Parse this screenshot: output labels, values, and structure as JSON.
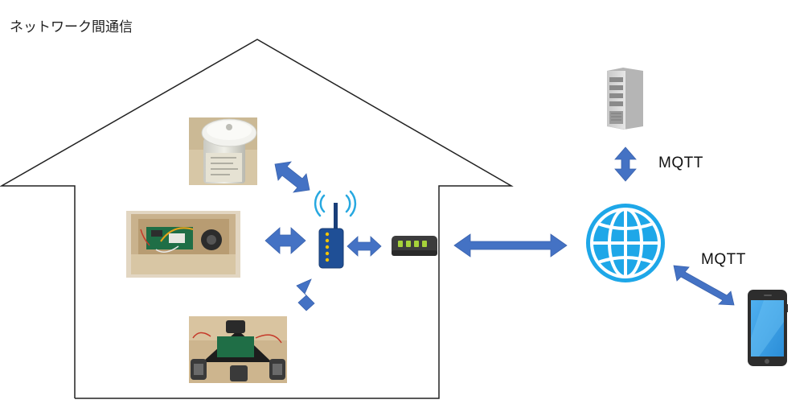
{
  "title": "ネットワーク間通信",
  "labels": {
    "server_link": "MQTT",
    "phone_link": "MQTT"
  },
  "devices": [
    {
      "icon": "jar-sensor-photo"
    },
    {
      "icon": "wooden-box-circuit-photo"
    },
    {
      "icon": "robot-car-photo"
    }
  ],
  "icons": {
    "router": "wifi-router-icon",
    "modem": "modem-icon",
    "server": "server-icon",
    "globe": "internet-globe-icon",
    "phone": "smartphone-icon"
  },
  "colors": {
    "arrow": "#4472c4",
    "globe": "#1ea7e8",
    "house_outline": "#222222"
  }
}
